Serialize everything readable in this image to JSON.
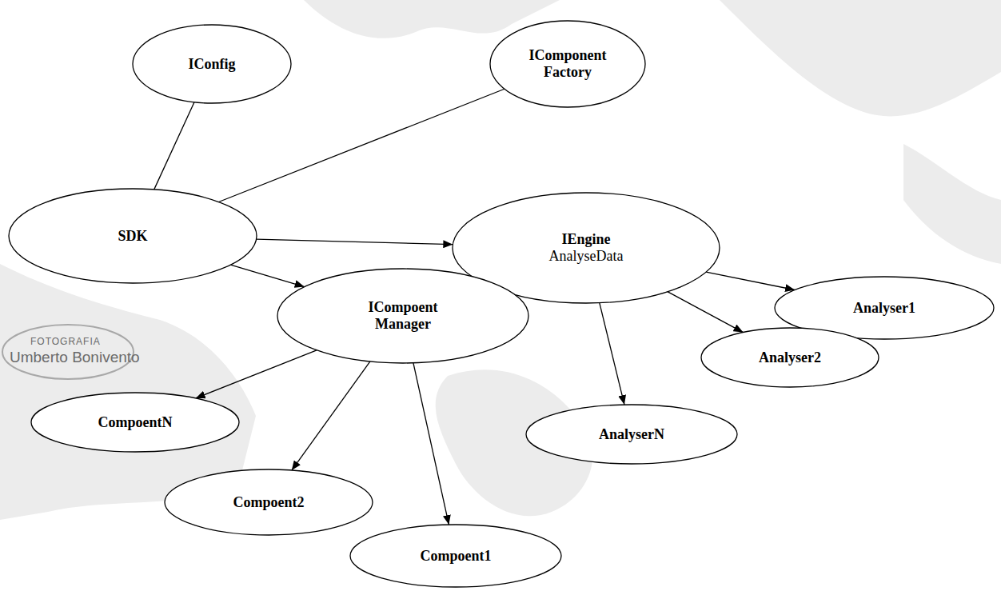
{
  "diagram": {
    "nodes": [
      {
        "text": [
          "IConfig"
        ]
      },
      {
        "text": [
          "IComponent Factory"
        ]
      },
      {
        "text": [
          "SDK"
        ]
      },
      {
        "text": [
          "IEngine",
          "AnalyseData"
        ]
      },
      {
        "text": [
          "Analyser1"
        ]
      },
      {
        "text": [
          "ICompoent Manager"
        ]
      },
      {
        "text": [
          "Analyser2"
        ]
      },
      {
        "text": [
          "CompoentN"
        ]
      },
      {
        "text": [
          "AnalyserN"
        ]
      },
      {
        "text": [
          "Compoent2"
        ]
      },
      {
        "text": [
          "Compoent1"
        ]
      }
    ],
    "edges": [
      {
        "from": 0,
        "to": 2,
        "arrow": "none"
      },
      {
        "from": 1,
        "to": 2,
        "arrow": "none"
      },
      {
        "from": 2,
        "to": 3,
        "arrow": "to"
      },
      {
        "from": 2,
        "to": 5,
        "arrow": "to"
      },
      {
        "from": 3,
        "to": 4,
        "arrow": "to"
      },
      {
        "from": 3,
        "to": 6,
        "arrow": "to"
      },
      {
        "from": 3,
        "to": 8,
        "arrow": "to"
      },
      {
        "from": 5,
        "to": 7,
        "arrow": "to"
      },
      {
        "from": 5,
        "to": 9,
        "arrow": "to"
      },
      {
        "from": 5,
        "to": 10,
        "arrow": "to"
      }
    ],
    "labels": [
      "FOTOGRAFIA",
      "Umberto Bonivento"
    ]
  }
}
